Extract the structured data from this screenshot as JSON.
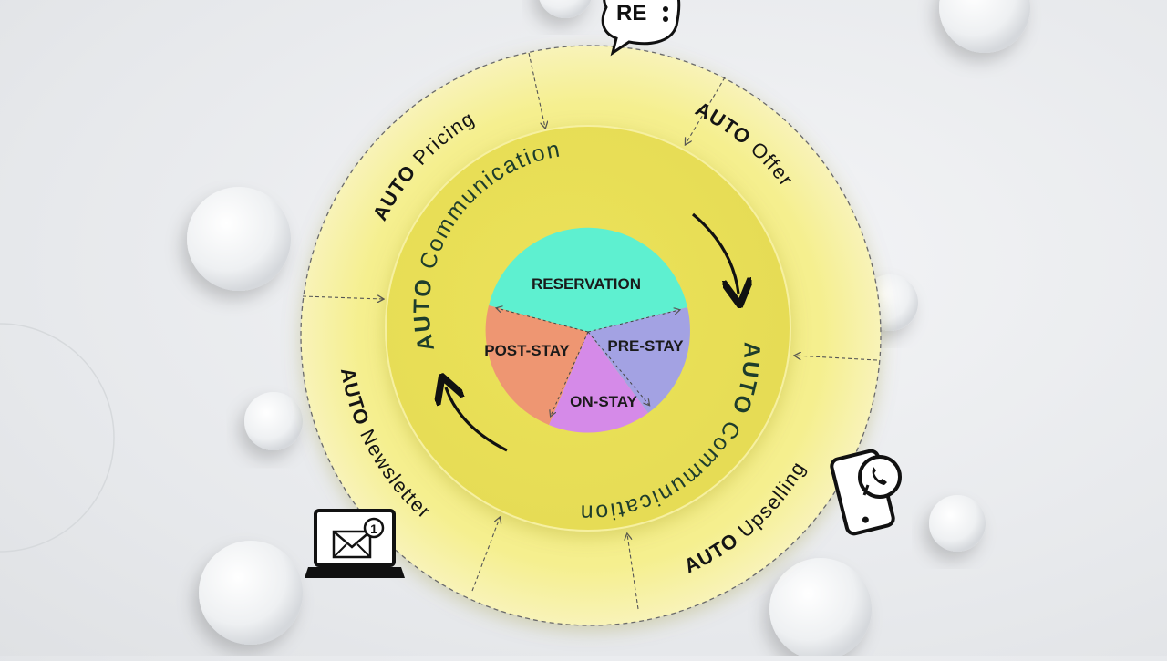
{
  "outer_ring": {
    "pricing": {
      "bold": "AUTO",
      "rest": " Pricing"
    },
    "offer": {
      "bold": "AUTO",
      "rest": " Offer"
    },
    "newsletter": {
      "bold": "AUTO",
      "rest": " Newsletter"
    },
    "upselling": {
      "bold": "AUTO",
      "rest": " Upselling"
    }
  },
  "inner_ring": {
    "top": {
      "bold": "AUTO",
      "rest": " Communication"
    },
    "right": {
      "bold": "AUTO",
      "rest": " Communication"
    }
  },
  "core": {
    "reservation": "RESERVATION",
    "pre_stay": "PRE-STAY",
    "on_stay": "ON-STAY",
    "post_stay": "POST-STAY"
  },
  "icons": {
    "re_bubble": "RE",
    "mail_badge": "1",
    "names": [
      "speech-bubble-icon",
      "laptop-mail-icon",
      "phone-whatsapp-icon"
    ]
  },
  "colors": {
    "outer_ring": "#f5ef8e",
    "inner_ring": "#ede35f",
    "reservation": "#5ef0d0",
    "pre_stay": "#a3a2e3",
    "on_stay": "#d58ae8",
    "post_stay": "#ee9672",
    "text_dark": "#141414",
    "text_green": "#1e3d2c"
  }
}
